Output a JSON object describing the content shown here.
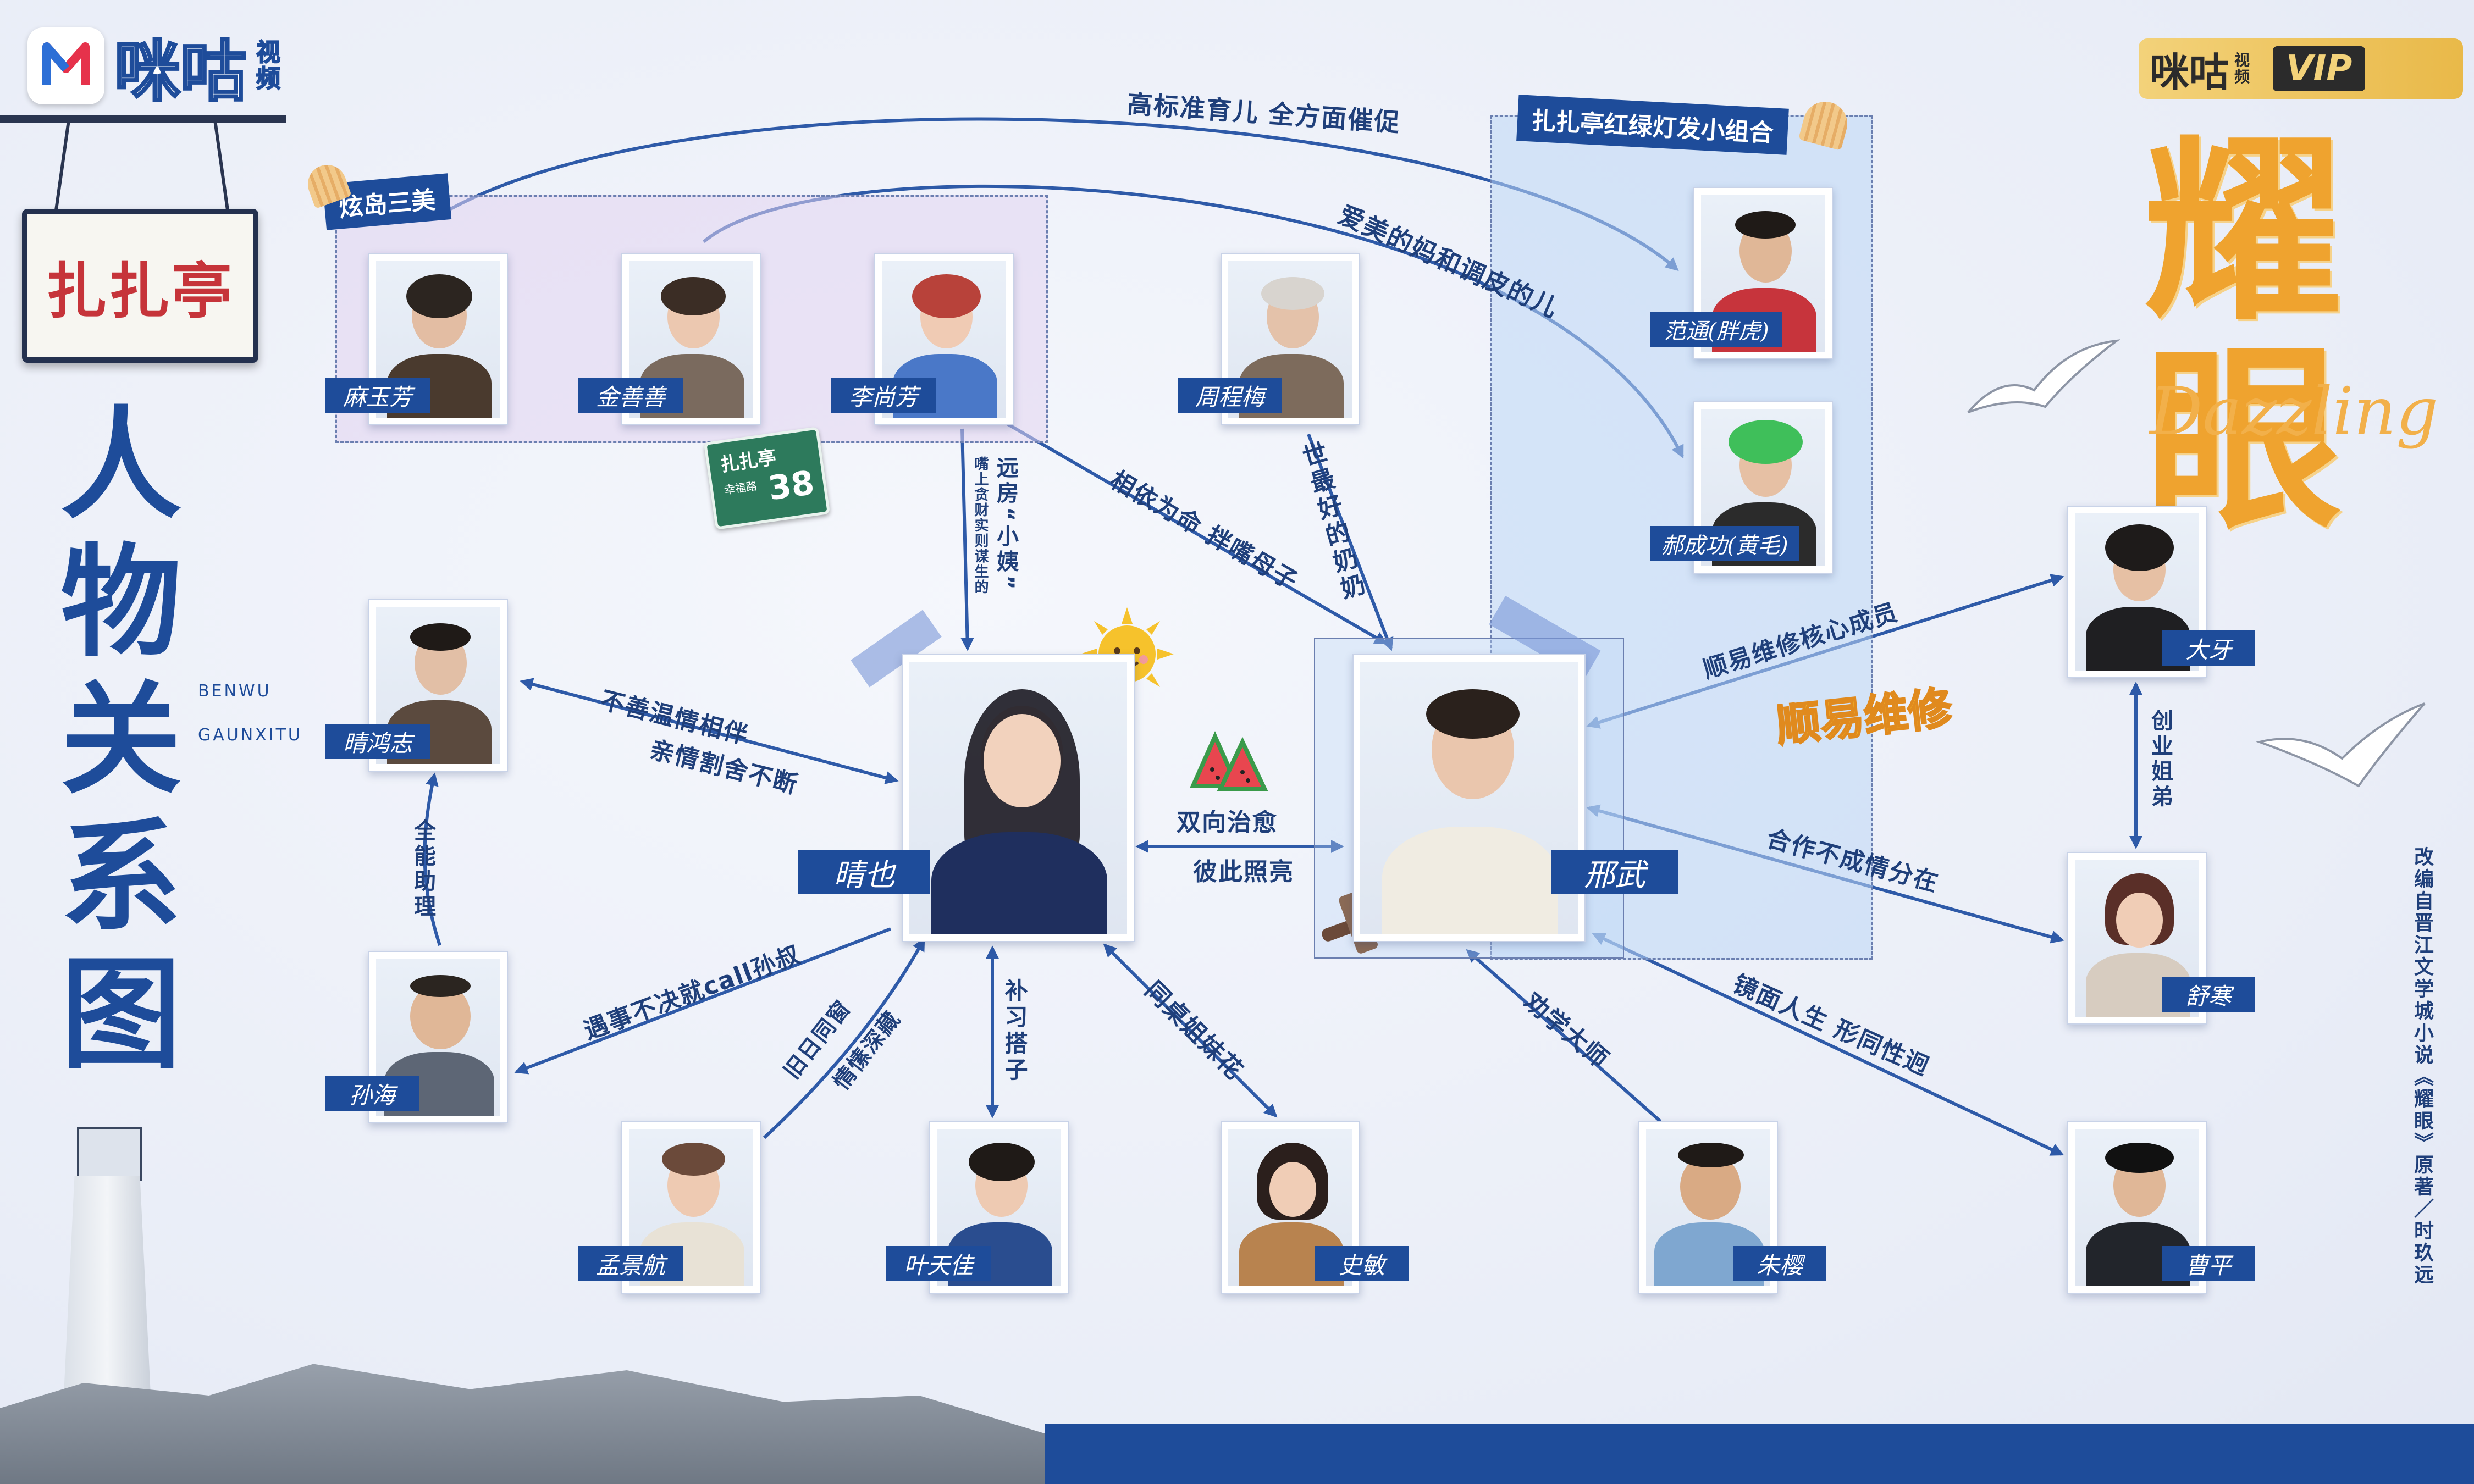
{
  "brand": {
    "logo_text": "咪咕",
    "logo_sub": "视频",
    "vip_text": "咪咕",
    "vip_sub": "视频",
    "vip_badge": "VIP",
    "accent": "#1e4c9a",
    "vip_gold": "#e9b949"
  },
  "show": {
    "title": "耀眼",
    "subtitle": "Dazzling",
    "source_note": "改编自晋江文学城小说《耀眼》原著／时玖远"
  },
  "diagram_title": "人物关系图",
  "diagram_subtitle_line1": "BENWU",
  "diagram_subtitle_line2": "GAUNXITU",
  "signboard": {
    "text": "扎扎亭"
  },
  "street_sign": {
    "line1": "扎扎亭",
    "line2": "幸福路",
    "number": "38"
  },
  "groups": {
    "xuandao": "炫岛三美",
    "hongludeng": "扎扎亭红绿灯发小组合"
  },
  "stickers": {
    "shunyi_repair": "顺易维修"
  },
  "characters": {
    "ma_yufang": "麻玉芳",
    "jin_shanshan": "金善善",
    "li_shangfang": "李尚芳",
    "zhou_chengmei": "周程梅",
    "fan_tong": "范通(胖虎)",
    "hao_chenggong": "郝成功(黄毛)",
    "qing_ye": "晴也",
    "xing_wu": "邢武",
    "qing_hongzhi": "晴鸿志",
    "sun_hai": "孙海",
    "da_ya": "大牙",
    "shu_han": "舒寒",
    "meng_jinhang": "孟景航",
    "ye_tianjie": "叶天佳",
    "shi_min": "史敏",
    "zhu_ying": "朱樱",
    "cao_ping": "曹平"
  },
  "relations": {
    "r1": "高标准育儿 全方面催促",
    "r2": "爱美的妈和调皮的儿",
    "r3": "相依为命 拌嘴母子",
    "r4": "世最好的奶奶",
    "r5_main": "远房“小姨”",
    "r5_sub": "嘴上贪财实则谋生的",
    "r6_a": "不善温情相伴",
    "r6_b": "亲情割舍不断",
    "r7_a": "双向治愈",
    "r7_b": "彼此照亮",
    "r8": "全能助理",
    "r9": "遇事不决就call孙叔",
    "r10_a": "旧日同窗",
    "r10_b": "情愫深藏",
    "r11": "补习搭子",
    "r12": "同桌姐妹花",
    "r13": "劝学大师",
    "r14": "镜面人生 形同性迥",
    "r15": "合作不成情分在",
    "r16": "顺易维修核心成员",
    "r17": "创业姐弟"
  }
}
